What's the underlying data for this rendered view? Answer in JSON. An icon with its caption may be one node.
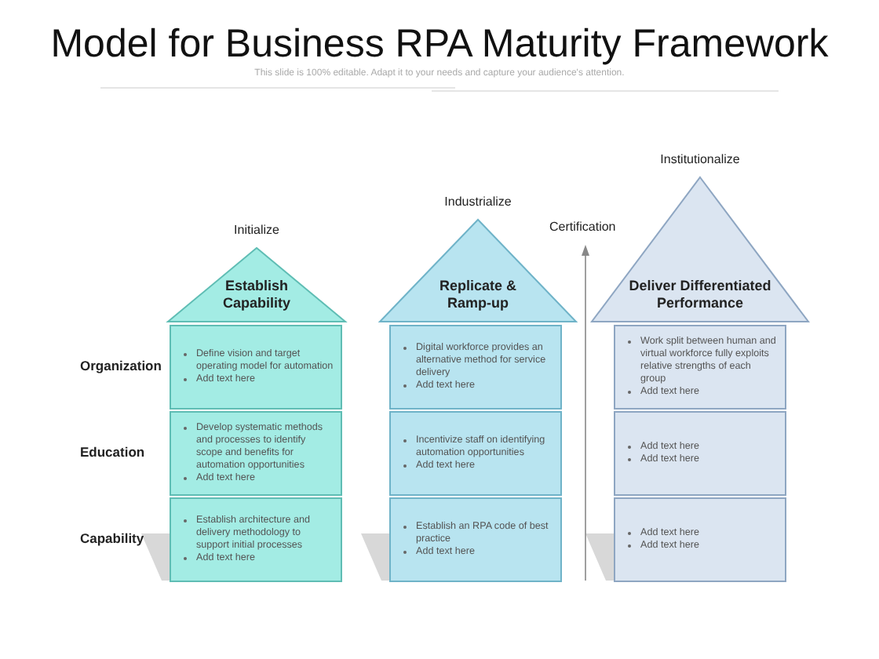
{
  "diagram": {
    "title": "Model for Business RPA Maturity Framework",
    "nodes": [
      {
        "text": [
          "Establish Capability"
        ],
        "beside": [
          "Initialize"
        ]
      },
      {
        "text": [
          "Define vision and target operating model for automation",
          "Add text here"
        ]
      },
      {
        "text": [
          "Develop systematic methods and processes to identify scope and benefits for automation opportunities",
          "Add text here"
        ]
      },
      {
        "text": [
          "Establish architecture and delivery methodology to support initial processes",
          "Add text here"
        ]
      },
      {
        "text": [
          "Replicate & Ramp-up"
        ],
        "beside": [
          "Industrialize"
        ]
      },
      {
        "text": [
          "Digital workforce provides an alternative method for service delivery",
          "Add text here"
        ]
      },
      {
        "text": [
          "Incentivize staff on identifying automation opportunities",
          "Add text here"
        ]
      },
      {
        "text": [
          "Establish an RPA code of best practice",
          "Add text here"
        ]
      },
      {
        "text": [
          "Deliver Differentiated Performance"
        ],
        "beside": [
          "Institutionalize"
        ]
      },
      {
        "text": [
          "Work split between human and virtual workforce fully exploits relative strengths of each group",
          "Add text here"
        ]
      },
      {
        "text": [
          "Add text here",
          "Add text here"
        ]
      },
      {
        "text": [
          "Add text here",
          "Add text here"
        ]
      }
    ],
    "labels": [
      "This slide is 100% editable. Adapt it to your needs and capture your audience's attention.",
      "Certification",
      "Organization",
      "Education",
      "Capability"
    ]
  }
}
